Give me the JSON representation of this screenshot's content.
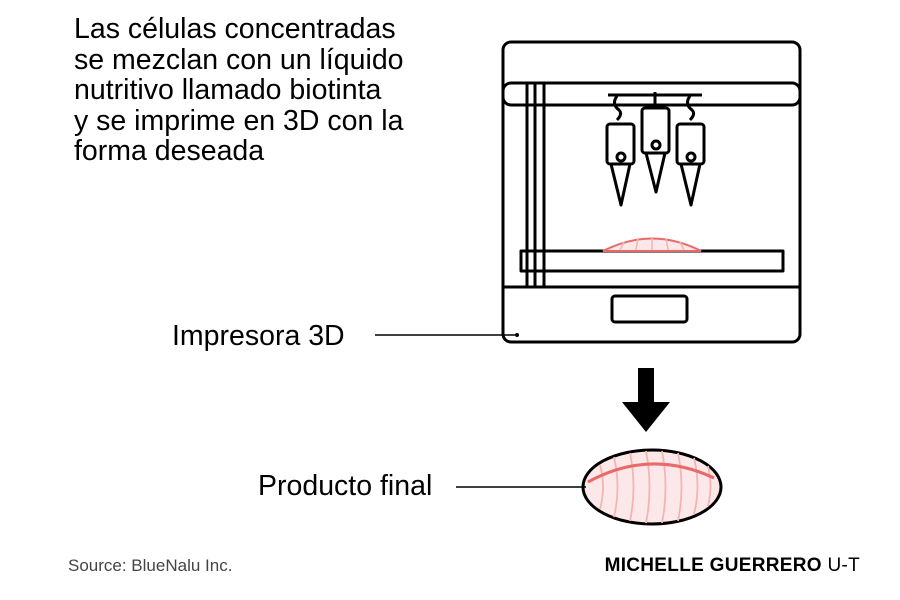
{
  "description": "Las células concentradas\nse mezclan con un líquido\nnutritivo llamado biotinta\ny se imprime en 3D con la\nforma deseada",
  "labels": {
    "printer": "Impresora 3D",
    "product": "Producto final"
  },
  "source": "Source: BlueNalu Inc.",
  "credit": {
    "name": "MICHELLE GUERRERO",
    "org": "U-T"
  },
  "colors": {
    "line": "#000000",
    "tissue_fill": "#fce8e8",
    "tissue_stripe": "#f4b4b4",
    "tissue_edge": "#e86a6a"
  }
}
